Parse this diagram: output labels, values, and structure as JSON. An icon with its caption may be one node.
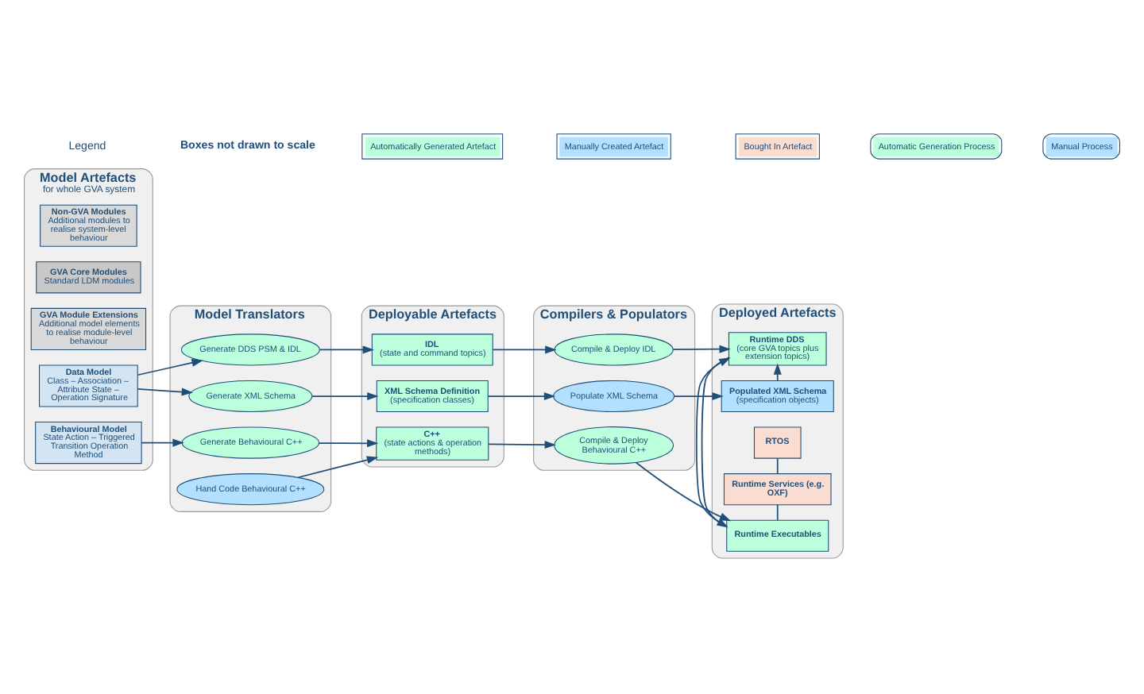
{
  "diagram": {
    "nodes": [
      {
        "text": [
          "Model Artefacts",
          "for whole GVA system"
        ]
      },
      {
        "text": [
          "Non-GVA Modules",
          "Additional modules to realise system-level behaviour"
        ],
        "in": 0
      },
      {
        "text": [
          "GVA Core Modules",
          "Standard LDM modules"
        ],
        "in": 0
      },
      {
        "text": [
          "GVA Module Extensions",
          "Additional model elements to realise module-level behaviour"
        ],
        "in": 0
      },
      {
        "text": [
          "Data Model",
          "Class – Association – Attribute State – Operation Signature"
        ],
        "in": 0
      },
      {
        "text": [
          "Behavioural Model",
          "State Action – Triggered Transition Operation Method"
        ],
        "in": 0
      },
      {
        "text": [
          "Model Translators"
        ]
      },
      {
        "text": [
          "Generate XML Schema"
        ],
        "in": 6
      },
      {
        "text": [
          "Generate DDS PSM & IDL"
        ],
        "in": 6
      },
      {
        "text": [
          "Generate Behavioural C++"
        ],
        "in": 6
      },
      {
        "text": [
          "Hand Code Behavioural C++"
        ],
        "in": 6
      },
      {
        "text": [
          "Deployable Artefacts"
        ]
      },
      {
        "text": [
          "XML Schema Definition",
          "(specification classes)"
        ],
        "in": 11
      },
      {
        "text": [
          "IDL",
          "(state and command topics)"
        ],
        "in": 11
      },
      {
        "text": [
          "C++",
          "(state actions & operation methods)"
        ],
        "in": 11
      },
      {
        "text": [
          "Compilers & Populators"
        ]
      },
      {
        "text": [
          "Populate XML Schema"
        ],
        "in": 15
      },
      {
        "text": [
          "Compile & Deploy IDL"
        ],
        "in": 15
      },
      {
        "text": [
          "Compile & Deploy Behavioural C++"
        ],
        "in": 15
      },
      {
        "text": [
          "Deployed Artefacts"
        ]
      },
      {
        "text": [
          "Populated XML Schema",
          "(specification objects)"
        ],
        "in": 19
      },
      {
        "text": [
          "Runtime DDS",
          "(core GVA topics plus extension topics)"
        ],
        "in": 19
      },
      {
        "text": [
          "Runtime Executables"
        ],
        "in": 19
      },
      {
        "text": [
          "Runtime Services (e.g. OXF)"
        ],
        "in": 19
      },
      {
        "text": [
          "RTOS"
        ],
        "in": 19
      }
    ],
    "edges": [
      {
        "from": 4,
        "to": 7,
        "arrow": "to"
      },
      {
        "from": 4,
        "to": 8,
        "arrow": "to"
      },
      {
        "from": 5,
        "to": 9,
        "arrow": "to"
      },
      {
        "from": 7,
        "to": 12,
        "arrow": "to"
      },
      {
        "from": 8,
        "to": 13,
        "arrow": "to"
      },
      {
        "from": 9,
        "to": 14,
        "arrow": "to"
      },
      {
        "from": 10,
        "to": 14,
        "arrow": "to"
      },
      {
        "from": 12,
        "to": 16,
        "arrow": "to"
      },
      {
        "from": 13,
        "to": 17,
        "arrow": "to"
      },
      {
        "from": 14,
        "to": 18,
        "arrow": "to"
      },
      {
        "from": 16,
        "to": 20,
        "arrow": "to"
      },
      {
        "from": 17,
        "to": 21,
        "arrow": "to"
      },
      {
        "from": 18,
        "to": 22,
        "arrow": "to"
      },
      {
        "from": 20,
        "to": 21,
        "arrow": "to"
      },
      {
        "from": 21,
        "to": 22,
        "arrow": "to"
      },
      {
        "from": 22,
        "to": 21,
        "arrow": "to"
      },
      {
        "from": 22,
        "to": 23,
        "arrow": "none"
      },
      {
        "from": 23,
        "to": 24,
        "arrow": "none"
      }
    ],
    "labels": [
      "Legend",
      "Boxes not drawn to scale"
    ],
    "legend": [
      {
        "text": "Automatically Generated Artefact",
        "color": "#bbffdd"
      },
      {
        "text": "Manually Created Artefact",
        "color": "#b3e0ff"
      },
      {
        "text": "Bought In Artefact",
        "color": "#fbdcd0"
      },
      {
        "text": "Automatic Generation Process",
        "color": "#bbffdd"
      },
      {
        "text": "Manual Process",
        "color": "#b3e0ff"
      }
    ]
  }
}
